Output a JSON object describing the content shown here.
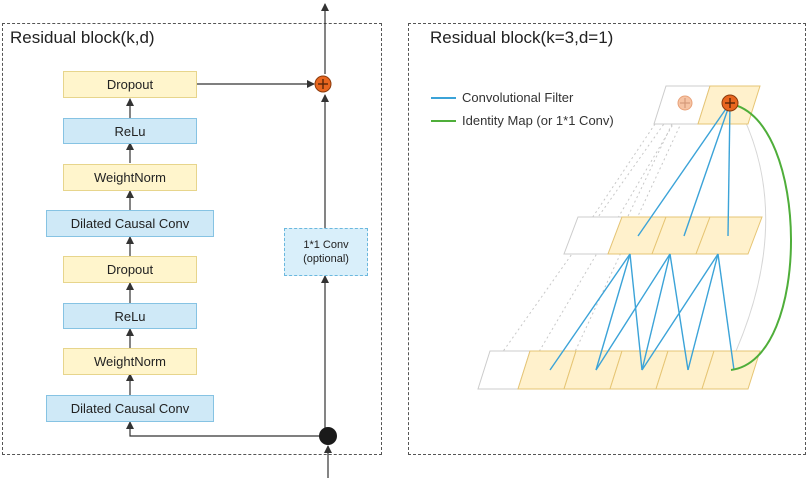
{
  "left_panel": {
    "title": "Residual block(k,d)",
    "stack": [
      "Dropout",
      "ReLu",
      "WeightNorm",
      "Dilated Causal Conv",
      "Dropout",
      "ReLu",
      "WeightNorm",
      "Dilated Causal Conv"
    ],
    "conv_box": {
      "line1": "1*1 Conv",
      "line2": "(optional)"
    }
  },
  "right_panel": {
    "title": "Residual block(k=3,d=1)",
    "legend": {
      "conv_filter": {
        "label": "Convolutional Filter",
        "color": "#3ba3d8"
      },
      "identity": {
        "label": "Identity Map (or 1*1 Conv)",
        "color": "#4fae3a"
      }
    }
  },
  "colors": {
    "yellow_fill": "#fff5cc",
    "blue_fill": "#cfe9f7",
    "add_node": "#e8661f",
    "input_dot": "#1a1a1a"
  }
}
